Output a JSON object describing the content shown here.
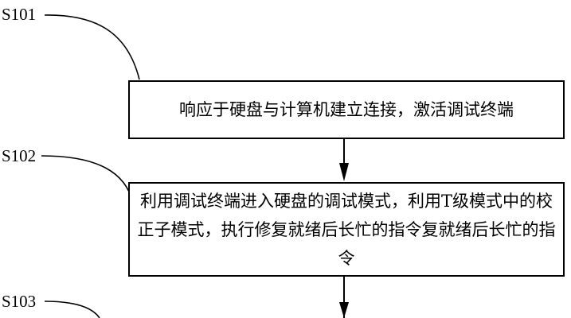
{
  "flowchart": {
    "steps": [
      {
        "label": "S101",
        "text": "响应于硬盘与计算机建立连接，激活调试终端"
      },
      {
        "label": "S102",
        "text": "利用调试终端进入硬盘的调试模式，利用T级模式中的校正子模式，执行修复就绪后长忙的指令复就绪后长忙的指令"
      },
      {
        "label": "S103",
        "text": ""
      }
    ]
  }
}
